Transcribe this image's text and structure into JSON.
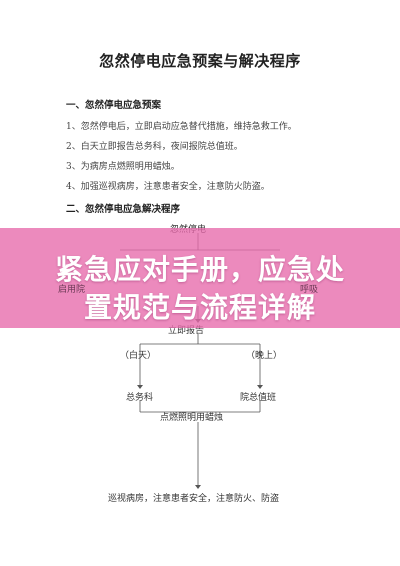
{
  "document": {
    "title": "忽然停电应急预案与解决程序",
    "section1": {
      "heading": "一、忽然停电应急预案",
      "items": [
        "1、忽然停电后，立即启动应急替代措施，维持急救工作。",
        "2、白天立即报告总务科，夜间报院总值班。",
        "3、为病房点燃照明用蜡烛。",
        "4、加强巡视病房，注意患者安全，注意防火防盗。"
      ]
    },
    "section2": {
      "heading": "二、忽然停电应急解决程序"
    }
  },
  "flowchart": {
    "start": "忽然停电",
    "left_partial": "启用院",
    "right_partial": "呼吸",
    "report": "立即报告",
    "day": "（白天）",
    "night": "（晚上）",
    "general_affairs": "总务科",
    "duty_officer": "院总值班",
    "candles": "点燃照明用蜡烛",
    "patrol": "巡视病房，注意患者安全，注意防火、防盗"
  },
  "banner": {
    "line1": "紧急应对手册，应急处",
    "line2": "置规范与流程详解",
    "color": "#e769aa"
  }
}
